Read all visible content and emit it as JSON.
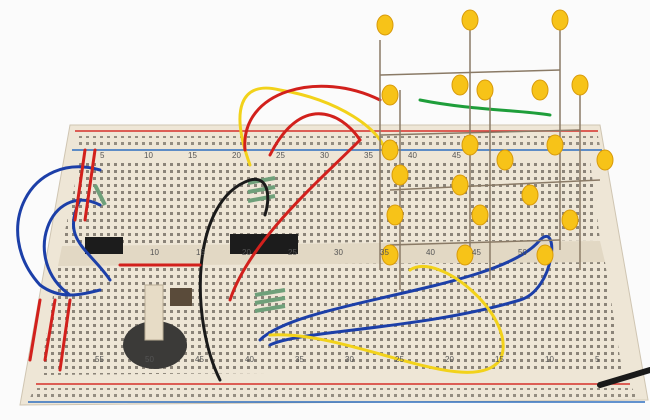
{
  "photo": {
    "subject": "breadboard-led-cube",
    "colors": {
      "board": "#eee6d6",
      "rail_red": "#d6302a",
      "rail_blue": "#2f6fbf",
      "wire_red": "#d2201c",
      "wire_blue": "#1c3fa8",
      "wire_yellow": "#f2d21a",
      "wire_black": "#1a1a1a",
      "wire_green": "#1e9e3a",
      "led": "#f7c318",
      "chip": "#1c1c1c"
    },
    "top_row_numbers": [
      "5",
      "10",
      "15",
      "20",
      "25",
      "30",
      "35",
      "40",
      "45"
    ],
    "middle_row_numbers": [
      "10",
      "15",
      "20",
      "25",
      "30",
      "35",
      "40",
      "45",
      "50"
    ],
    "bottom_row_numbers": [
      "55",
      "50",
      "45",
      "40",
      "35",
      "30",
      "25",
      "20",
      "15",
      "10",
      "5"
    ]
  }
}
